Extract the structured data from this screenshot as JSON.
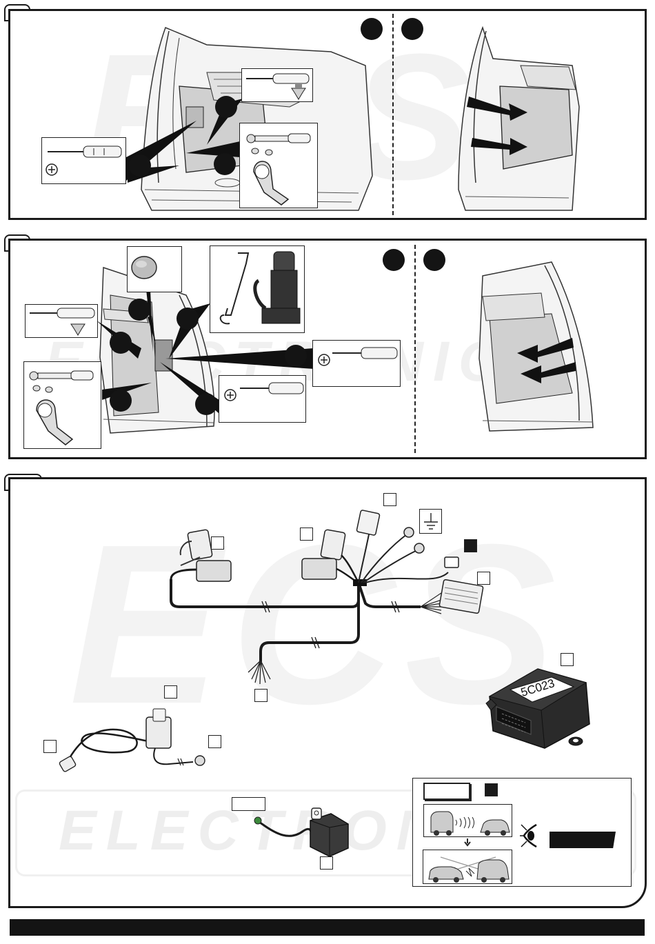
{
  "module": {
    "label": "5C023"
  },
  "watermark": {
    "brand": "ECS",
    "tagline": "ELECTRONICS"
  }
}
